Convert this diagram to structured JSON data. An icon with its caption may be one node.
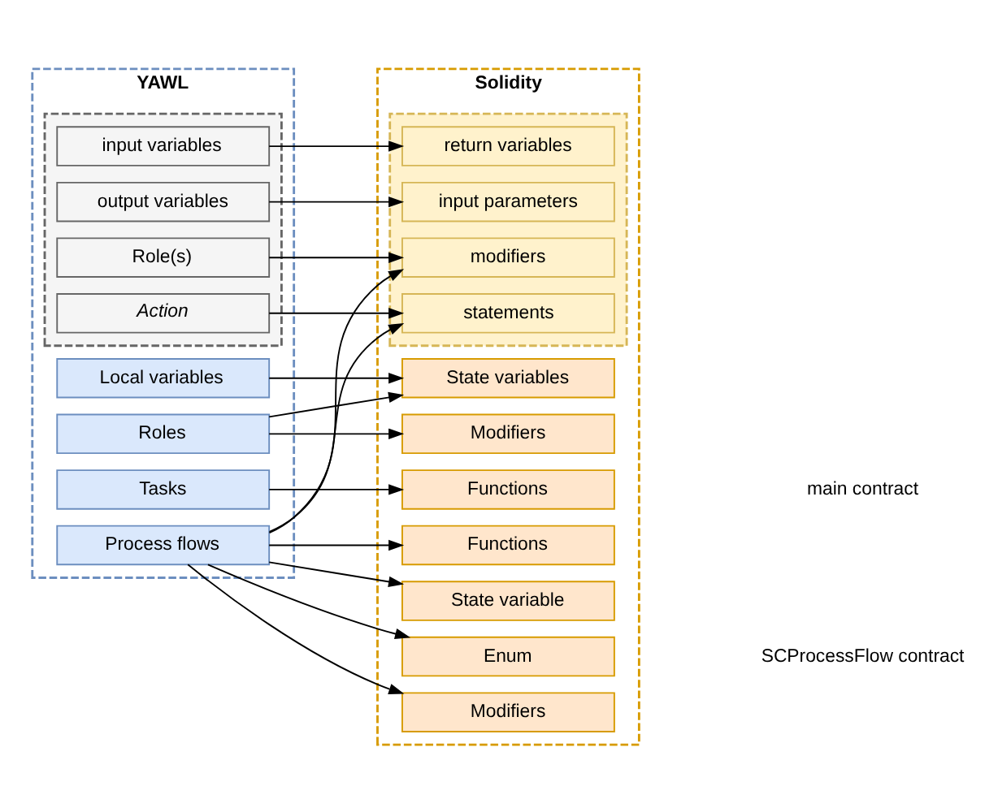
{
  "diagram": {
    "nodes": [
      {
        "text": [
          "YAWL"
        ]
      },
      {
        "text": [
          "Local variables"
        ],
        "in": 0
      },
      {
        "text": [
          "Roles"
        ],
        "in": 0
      },
      {
        "text": [
          "Tasks"
        ],
        "in": 0
      },
      {
        "text": [],
        "shape": "box",
        "in": 0
      },
      {
        "text": [
          "Role(s)"
        ],
        "in": 4
      },
      {
        "text": [
          "input variables"
        ],
        "in": 4
      },
      {
        "text": [
          "output variables"
        ],
        "in": 4
      },
      {
        "text": [
          "Action"
        ],
        "in": 4
      },
      {
        "text": [
          "Process flows"
        ],
        "in": 0
      },
      {
        "text": [
          "Solidity"
        ]
      },
      {
        "text": [
          "State variables"
        ],
        "in": 10
      },
      {
        "text": [
          "Modifiers"
        ],
        "in": 10
      },
      {
        "text": [
          "Functions"
        ],
        "in": 10
      },
      {
        "text": [],
        "shape": "box",
        "in": 10
      },
      {
        "text": [
          "modifiers"
        ],
        "in": 14
      },
      {
        "text": [
          "input parameters"
        ],
        "in": 14
      },
      {
        "text": [
          "return variables"
        ],
        "in": 14
      },
      {
        "text": [
          "statements"
        ],
        "in": 14
      },
      {
        "text": [
          "State variable"
        ],
        "in": 10
      },
      {
        "text": [
          "Enum"
        ],
        "in": 10
      },
      {
        "text": [
          "Modifiers"
        ],
        "in": 10
      },
      {
        "text": [
          "Functions"
        ],
        "in": 10
      }
    ],
    "edges": [
      {
        "from": 1,
        "to": 11,
        "arrow": "to"
      },
      {
        "from": 2,
        "to": 11,
        "arrow": "to"
      },
      {
        "from": 2,
        "to": 12,
        "arrow": "to"
      },
      {
        "from": 3,
        "to": 13,
        "arrow": "to"
      },
      {
        "from": 5,
        "to": 15,
        "arrow": "to"
      },
      {
        "from": 6,
        "to": 17,
        "arrow": "to"
      },
      {
        "from": 7,
        "to": 16,
        "arrow": "to"
      },
      {
        "from": 8,
        "to": 18,
        "arrow": "to"
      },
      {
        "from": 9,
        "to": 15,
        "arrow": "to"
      },
      {
        "from": 9,
        "to": 18,
        "arrow": "to"
      },
      {
        "from": 9,
        "to": 19,
        "arrow": "to"
      },
      {
        "from": 9,
        "to": 20,
        "arrow": "to"
      },
      {
        "from": 9,
        "to": 21,
        "arrow": "to"
      },
      {
        "from": 9,
        "to": 22,
        "arrow": "to"
      }
    ],
    "labels": [
      "main contract",
      "SCProcessFlow contract"
    ]
  }
}
